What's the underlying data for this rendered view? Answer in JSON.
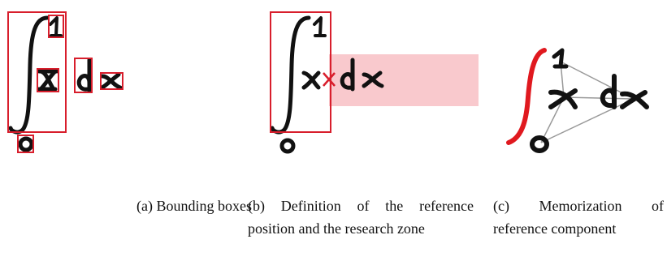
{
  "panels": {
    "a": {
      "caption": "(a) Bounding boxes"
    },
    "b": {
      "caption": "(b) Definition of the reference position and the research zone"
    },
    "c": {
      "caption": "(c) Memorization of reference component"
    }
  },
  "colors": {
    "ink": "#111111",
    "box": "#d81e2c",
    "zone": "#f9c9cd",
    "highlight": "#e0191f",
    "graph_edge": "#999999"
  }
}
